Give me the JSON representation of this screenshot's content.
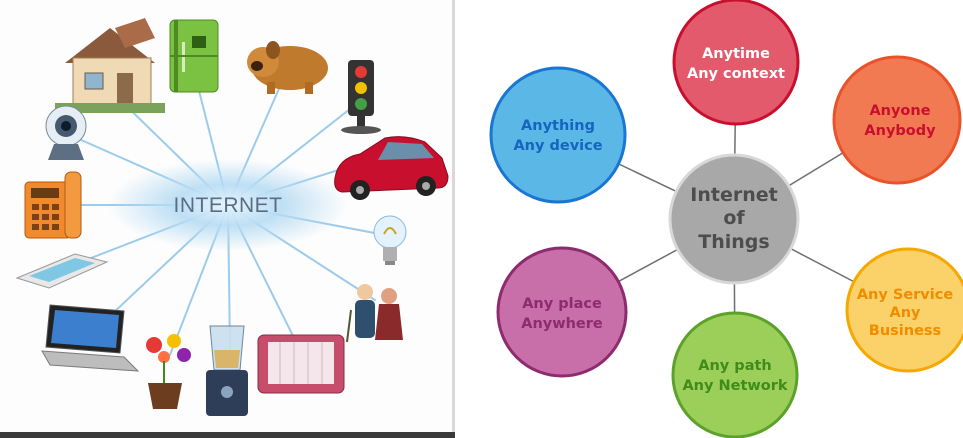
{
  "left": {
    "hub_label": "INTERNET",
    "devices": [
      {
        "icon": "house-icon"
      },
      {
        "icon": "refrigerator-icon"
      },
      {
        "icon": "dog-icon"
      },
      {
        "icon": "traffic-light-icon"
      },
      {
        "icon": "car-icon"
      },
      {
        "icon": "light-bulb-icon"
      },
      {
        "icon": "elderly-couple-icon"
      },
      {
        "icon": "crib-icon"
      },
      {
        "icon": "blender-icon"
      },
      {
        "icon": "flower-pot-icon"
      },
      {
        "icon": "laptop-icon"
      },
      {
        "icon": "pool-icon"
      },
      {
        "icon": "telephone-icon"
      },
      {
        "icon": "webcam-icon"
      }
    ]
  },
  "right": {
    "center": {
      "line1": "Internet",
      "line2": "of",
      "line3": "Things",
      "fill": "#a8a8a8",
      "stroke": "#d8d8d8"
    },
    "nodes": [
      {
        "id": "anytime",
        "line1": "Anytime",
        "line2": "Any context",
        "line3": "",
        "fill": "#e25a6c",
        "stroke": "#c8102e",
        "text_color": "#ffffff"
      },
      {
        "id": "anyone",
        "line1": "Anyone",
        "line2": "Anybody",
        "line3": "",
        "fill": "#f27a52",
        "stroke": "#e8532b",
        "text_color": "#c8102e"
      },
      {
        "id": "anything",
        "line1": "Anything",
        "line2": "Any device",
        "line3": "",
        "fill": "#5bb7e6",
        "stroke": "#1976d2",
        "text_color": "#1565c0"
      },
      {
        "id": "anyservice",
        "line1": "Any Service",
        "line2": "Any",
        "line3": "Business",
        "fill": "#fbd16a",
        "stroke": "#f5a800",
        "text_color": "#f08c00"
      },
      {
        "id": "anyplace",
        "line1": "Any place",
        "line2": "Anywhere",
        "line3": "",
        "fill": "#c86ea8",
        "stroke": "#8e2a6e",
        "text_color": "#8e2a6e"
      },
      {
        "id": "anypath",
        "line1": "Any path",
        "line2": "Any Network",
        "line3": "",
        "fill": "#9ccf5a",
        "stroke": "#5ca12a",
        "text_color": "#3f8c1a"
      }
    ],
    "connector_color": "#6f6f6f"
  }
}
